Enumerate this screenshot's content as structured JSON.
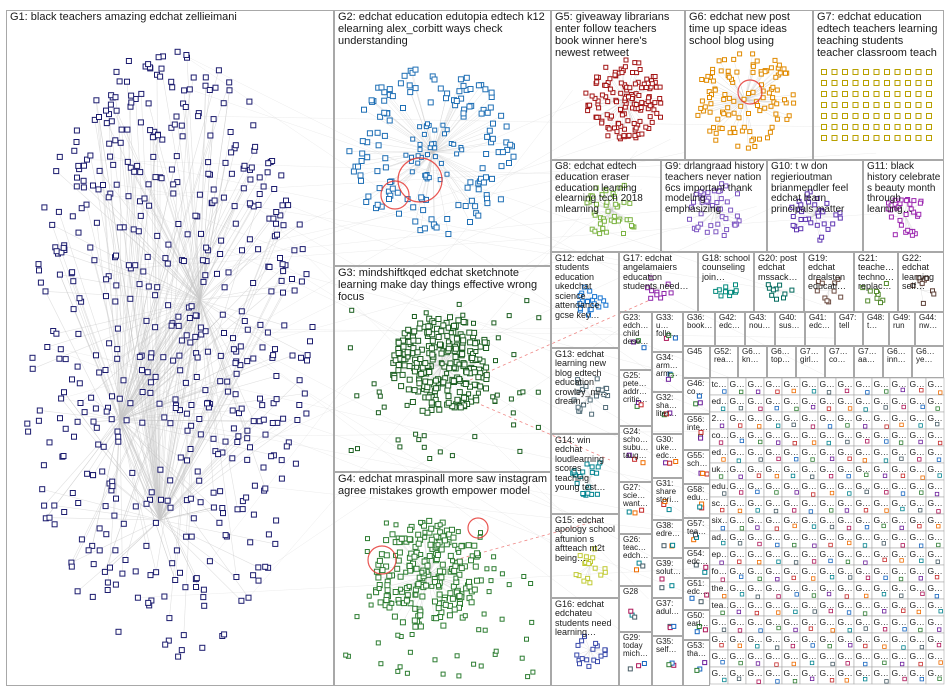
{
  "groups": [
    {
      "id": "G1",
      "label": "G1: black teachers amazing edchat zellieimani",
      "color": "#1c1c6e"
    },
    {
      "id": "G2",
      "label": "G2: edchat education edutopia edtech k12 elearning alex_corbitt ways check understanding",
      "color": "#1f6fb5"
    },
    {
      "id": "G3",
      "label": "G3: mindshiftkqed edchat sketchnote learning make day things effective wrong focus",
      "color": "#1b5e20"
    },
    {
      "id": "G4",
      "label": "G4: edchat mraspinall more saw instagram agree mistakes growth empower model",
      "color": "#2e7d32"
    },
    {
      "id": "G5",
      "label": "G5: giveaway librarians enter follow teachers book winner here's newest retweet",
      "color": "#a31515"
    },
    {
      "id": "G6",
      "label": "G6: edchat new post time up space ideas school blog using",
      "color": "#e08a00"
    },
    {
      "id": "G7",
      "label": "G7: edchat education edtech teachers learning teaching students teacher classroom teach",
      "color": "#b8a000"
    },
    {
      "id": "G8",
      "label": "G8: edchat edtech education eraser education learning elearning tech 2018 mlearning",
      "color": "#7cb342"
    },
    {
      "id": "G9",
      "label": "G9: drlangraad history teachers never nation 6cs important thank modeling emphasizing",
      "color": "#7e57c2"
    },
    {
      "id": "G10",
      "label": "G10: t w don regierioutman brianmendler feel edchat learn principals matter",
      "color": "#5e35b1"
    },
    {
      "id": "G11",
      "label": "G11: black history celebrate s beauty month through learning…",
      "color": "#9c27b0"
    },
    {
      "id": "G12",
      "label": "G12: edchat students education ukedchat science attendance gcse key…",
      "color": "#1976d2"
    },
    {
      "id": "G13",
      "label": "G13: edchat learning new blog edtech education crowley_mi… dream…",
      "color": "#546e7a"
    },
    {
      "id": "G14",
      "label": "G14: win edchat loudlearning scores teaching young test…",
      "color": "#00838f"
    },
    {
      "id": "G15",
      "label": "G15: edchat apology school aftunion s aftteach nt2t being…",
      "color": "#c0ca33"
    },
    {
      "id": "G16",
      "label": "G16: edchat edchateu students need learning…",
      "color": "#3949ab"
    },
    {
      "id": "G17",
      "label": "G17: edchat angelamaiers education students need…",
      "color": "#8e24aa"
    },
    {
      "id": "G18",
      "label": "G18: school counseling join…",
      "color": "#00897b"
    },
    {
      "id": "G19",
      "label": "G19: edchat drealston educati…",
      "color": "#6d4c41"
    },
    {
      "id": "G20",
      "label": "G20: post edchat mssack…",
      "color": "#00695c"
    },
    {
      "id": "G21",
      "label": "G21: teache… techno… replac…",
      "color": "#558b2f"
    },
    {
      "id": "G22",
      "label": "G22: edchat learning self…",
      "color": "#5d4037"
    },
    {
      "id": "G23",
      "label": "G23: edch… child dese…",
      "color": "#455a64"
    },
    {
      "id": "G24",
      "label": "G24: scho… subu… taug…",
      "color": "#37474f"
    },
    {
      "id": "G25",
      "label": "G25: pete… addr… critic…",
      "color": "#455a64"
    },
    {
      "id": "G26",
      "label": "G26: teac… edch…",
      "color": "#2e7d32"
    },
    {
      "id": "G27",
      "label": "G27: scie… want…",
      "color": "#283593"
    },
    {
      "id": "G28",
      "label": "G28",
      "color": "#1b5e20"
    },
    {
      "id": "G29",
      "label": "G29: today mich…",
      "color": "#4e342e"
    },
    {
      "id": "G30",
      "label": "G30: uke… edc…",
      "color": "#0277bd"
    },
    {
      "id": "G31",
      "label": "G31: share stori…",
      "color": "#4527a0"
    },
    {
      "id": "G32",
      "label": "G32: sha… liter…",
      "color": "#6a1b9a"
    },
    {
      "id": "G33",
      "label": "G33: u… follo…",
      "color": "#ad1457"
    },
    {
      "id": "G34",
      "label": "G34: arm… arm…",
      "color": "#c62828"
    },
    {
      "id": "G35",
      "label": "G35: self…",
      "color": "#4e342e"
    },
    {
      "id": "G36",
      "label": "G36: book…",
      "color": "#ef6c00"
    },
    {
      "id": "G37",
      "label": "G37: adul…",
      "color": "#283593"
    },
    {
      "id": "G38",
      "label": "G38: edre…",
      "color": "#00695c"
    },
    {
      "id": "G39",
      "label": "G39: solut…",
      "color": "#2e7d32"
    },
    {
      "id": "G40",
      "label": "G40: sus…",
      "color": "#6a1b9a"
    },
    {
      "id": "G41",
      "label": "G41: edc…",
      "color": "#1565c0"
    },
    {
      "id": "G42",
      "label": "G42: edc…",
      "color": "#0277bd"
    },
    {
      "id": "G43",
      "label": "G43: nou…",
      "color": "#37474f"
    },
    {
      "id": "G44",
      "label": "G44: nw…",
      "color": "#455a64"
    },
    {
      "id": "G45",
      "label": "G45",
      "color": "#c62828"
    },
    {
      "id": "G46",
      "label": "G46: co…",
      "color": "#ef6c00"
    },
    {
      "id": "G47",
      "label": "G47: tell",
      "color": "#5d4037"
    },
    {
      "id": "G48",
      "label": "G48: t…",
      "color": "#00838f"
    },
    {
      "id": "G49",
      "label": "G49: run",
      "color": "#1b5e20"
    },
    {
      "id": "G50",
      "label": "G50: earl…",
      "color": "#1565c0"
    },
    {
      "id": "G51",
      "label": "G51: edc…",
      "color": "#283593"
    },
    {
      "id": "G52",
      "label": "G52: rea…",
      "color": "#6d4c41"
    },
    {
      "id": "G53",
      "label": "G53: tha…",
      "color": "#455a64"
    },
    {
      "id": "G54",
      "label": "G54: edc…",
      "color": "#2e7d32"
    },
    {
      "id": "G55",
      "label": "G55: sch…",
      "color": "#00695c"
    },
    {
      "id": "G56",
      "label": "G56: inte…",
      "color": "#4527a0"
    },
    {
      "id": "G57",
      "label": "G57: tea…",
      "color": "#ad1457"
    },
    {
      "id": "G58",
      "label": "G58: edu…",
      "color": "#1565c0"
    }
  ],
  "extra_labels": {
    "g6_cells": [
      "G6… kn…",
      "G6… top…",
      "G6… inn…"
    ],
    "g7_cells": [
      "G7… girl…",
      "G7… co…",
      "G7… aa…",
      "G6… ye…"
    ],
    "grid_cell_text": "G…",
    "grid_small_text": [
      "tc…",
      "ed…",
      "2…",
      "co…",
      "ed…",
      "uk…",
      "edu…",
      "sc…",
      "six…",
      "ad…",
      "ep…",
      "fo…",
      "the…",
      "tea…"
    ]
  },
  "colors": {
    "background": "#ffffff",
    "border": "#a8a8a8",
    "edge": "#c8c8c8",
    "label_text": "#1a1a1a",
    "highlight_edge": "#e53935"
  }
}
